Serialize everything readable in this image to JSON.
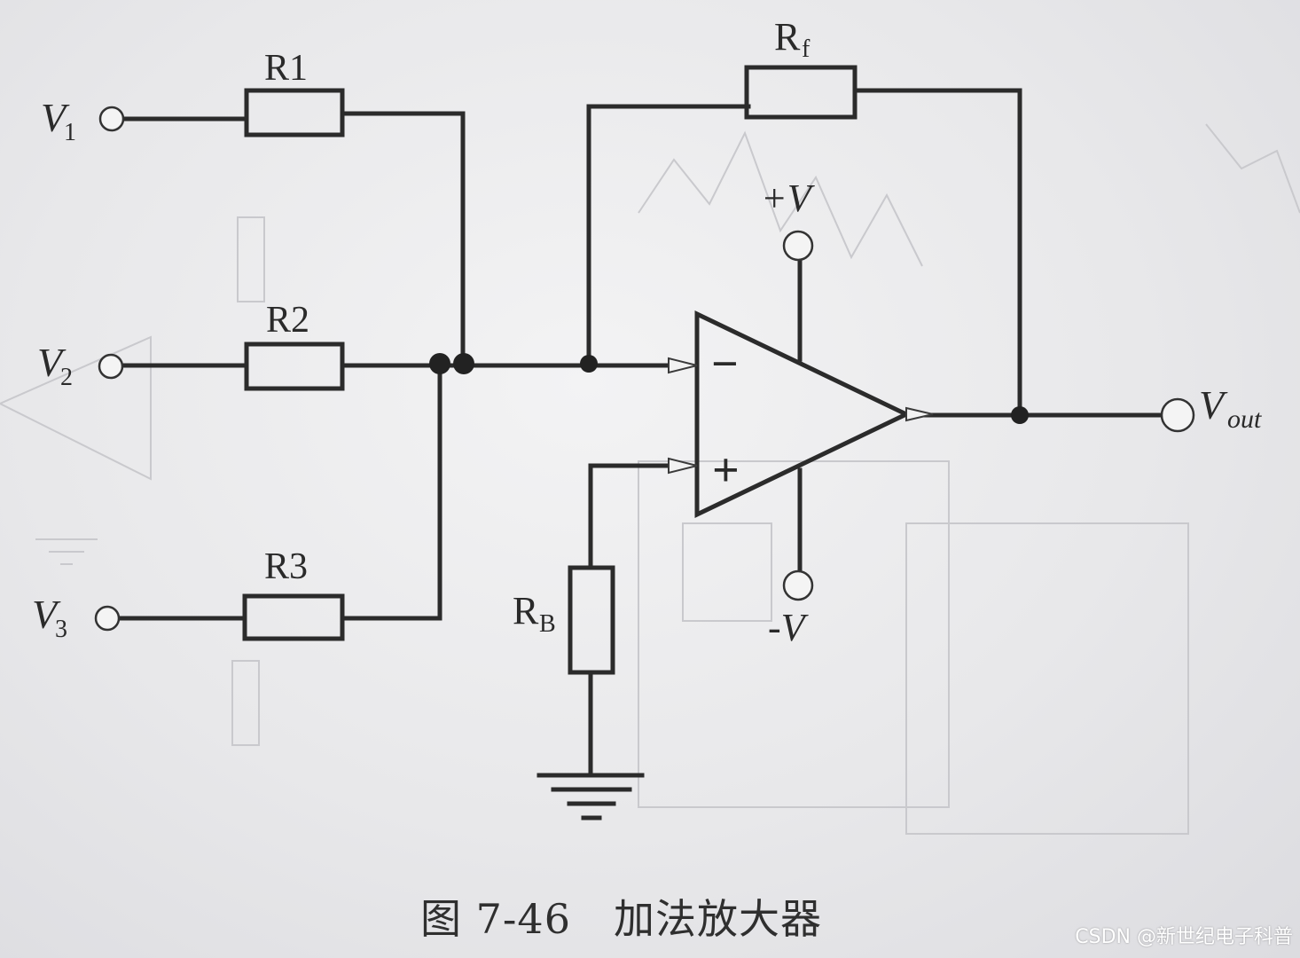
{
  "labels": {
    "r1": "R1",
    "r2": "R2",
    "r3": "R3",
    "rf_main": "R",
    "rf_sub": "f",
    "rb_main": "R",
    "rb_sub": "B",
    "v1_main": "V",
    "v1_sub": "1",
    "v2_main": "V",
    "v2_sub": "2",
    "v3_main": "V",
    "v3_sub": "3",
    "vout_main": "V",
    "vout_sub": "out",
    "pos_supply": "+V",
    "neg_supply": "-V",
    "minus_sign": "−",
    "plus_sign": "+"
  },
  "caption": {
    "figure_number": "图 7-46",
    "title": "加法放大器"
  },
  "watermark": "CSDN @新世纪电子科普"
}
